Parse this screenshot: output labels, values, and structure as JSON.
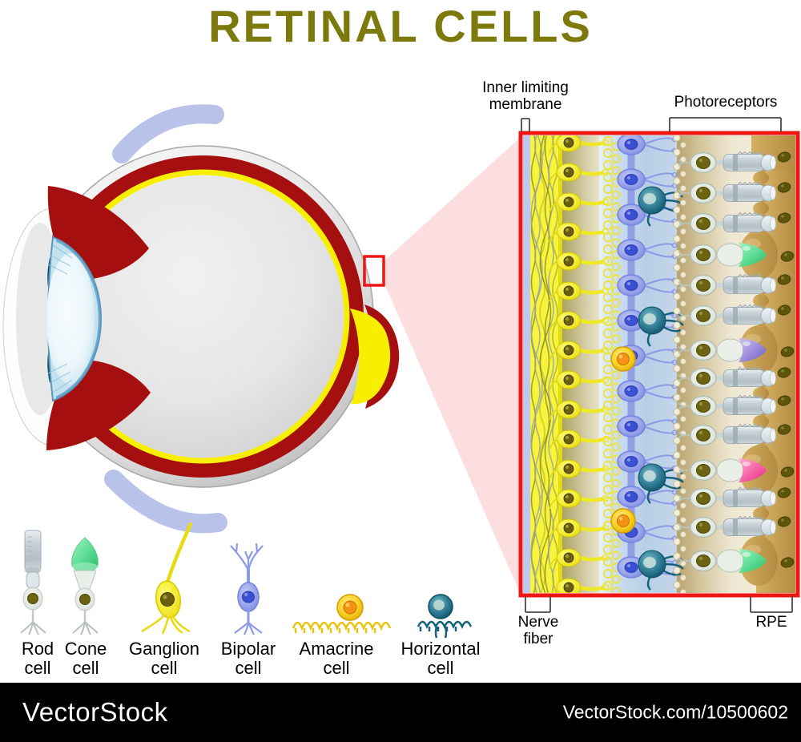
{
  "title": {
    "text": "RETINAL CELLS"
  },
  "annotations": {
    "inner_limiting_membrane": "Inner limiting\nmembrane",
    "photoreceptors": "Photoreceptors",
    "nerve_fiber": "Nerve\nfiber",
    "rpe": "RPE"
  },
  "legend": {
    "cells": [
      {
        "id": "rod-cell",
        "label": "Rod\ncell"
      },
      {
        "id": "cone-cell",
        "label": "Cone\ncell"
      },
      {
        "id": "ganglion-cell",
        "label": "Ganglion\ncell"
      },
      {
        "id": "bipolar-cell",
        "label": "Bipolar\ncell"
      },
      {
        "id": "amacrine-cell",
        "label": "Amacrine\ncell"
      },
      {
        "id": "horizontal-cell",
        "label": "Horizontal\ncell"
      }
    ]
  },
  "watermark": {
    "left": "VectorStock",
    "right": "VectorStock.com/10500602"
  },
  "colors": {
    "title_olive": "#7c7a0c",
    "marker_red": "#ee1512",
    "beam_pink": "#fbd6da",
    "retina_yellow": "#f8ef00",
    "choroid_red": "#a50f0f",
    "cone_green": "#3fcf7e",
    "cone_purple": "#8a7ad0",
    "cone_pink": "#ee3f96",
    "watermark_bg": "#000000"
  }
}
